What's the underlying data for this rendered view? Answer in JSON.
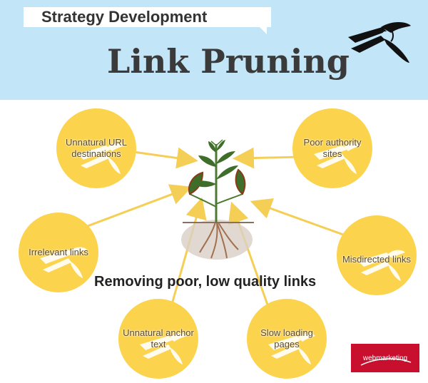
{
  "header": {
    "tag": "Strategy Development",
    "title": "Link Pruning",
    "shears_icon": "pruning-shears-icon"
  },
  "topics": [
    {
      "label": "Unnatural URL destinations"
    },
    {
      "label": "Poor authority sites"
    },
    {
      "label": "Irrelevant links"
    },
    {
      "label": "Misdirected links"
    },
    {
      "label": "Unnatural anchor text"
    },
    {
      "label": "Slow loading pages"
    }
  ],
  "caption": "Removing poor, low quality links",
  "logo": {
    "text": "webmarketing"
  },
  "colors": {
    "header_bg": "#c3e5f8",
    "circle": "#fbd34d",
    "arrow": "#f5cf55",
    "leaf": "#3f6e2a",
    "leaf_dark": "#8a3a16",
    "title": "#3a3a3a",
    "logo_bg": "#c8102e"
  }
}
